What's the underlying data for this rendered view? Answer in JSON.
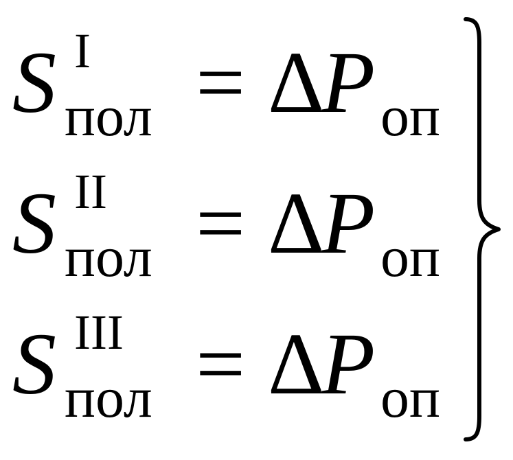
{
  "equations": [
    {
      "lhs_var": "S",
      "lhs_sup": "I",
      "lhs_sub": "пол",
      "equals": "=",
      "delta": "Δ",
      "rhs_var": "P",
      "rhs_sub": "оп"
    },
    {
      "lhs_var": "S",
      "lhs_sup": "II",
      "lhs_sub": "пол",
      "equals": "=",
      "delta": "Δ",
      "rhs_var": "P",
      "rhs_sub": "оп"
    },
    {
      "lhs_var": "S",
      "lhs_sup": "III",
      "lhs_sub": "пол",
      "equals": "=",
      "delta": "Δ",
      "rhs_var": "P",
      "rhs_sub": "оп"
    }
  ],
  "brace": {
    "side": "right",
    "icon": "right-curly-brace-icon",
    "color": "#000000"
  }
}
